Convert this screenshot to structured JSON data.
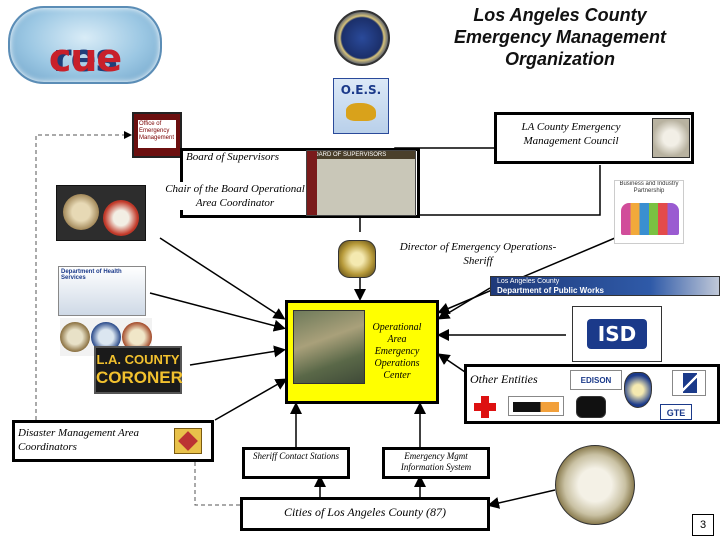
{
  "title": {
    "line1": "Los Angeles County",
    "line2": "Emergency Management",
    "line3": "Organization"
  },
  "logo": {
    "part1": "res",
    "part2": "cue"
  },
  "nodes": {
    "la_council": "LA County Emergency Management Council",
    "board": "Board of Supervisors",
    "chair": "Chair of the Board Operational Area Coordinator",
    "director": "Director of Emergency Operations- Sheriff",
    "eoc": "Operational Area Emergency Operations Center",
    "other_entities": "Other Entities",
    "disaster_mgmt": "Disaster Management Area Coordinators",
    "sheriff_contact": "Sheriff Contact Stations",
    "emis": "Emergency Mgmt Information System",
    "cities": "Cities of Los Angeles County (87)"
  },
  "logos": {
    "oem": "Office of Emergency Management",
    "oes": "O.E.S.",
    "coroner_line1": "L.A. COUNTY",
    "coroner_line2": "CORONER",
    "dpw_line1": "Los Angeles County",
    "dpw_line2": "Department of Public Works",
    "dhs": "Department of Health Services",
    "isd": "ISD",
    "edison": "EDISON",
    "gte": "GTE",
    "business": "Business and Industry Partnership",
    "bos_header": "BOARD OF SUPERVISORS"
  },
  "page_number": "3",
  "colors": {
    "accent": "#ffff00",
    "arrow": "#000000",
    "dashed": "#555555"
  }
}
